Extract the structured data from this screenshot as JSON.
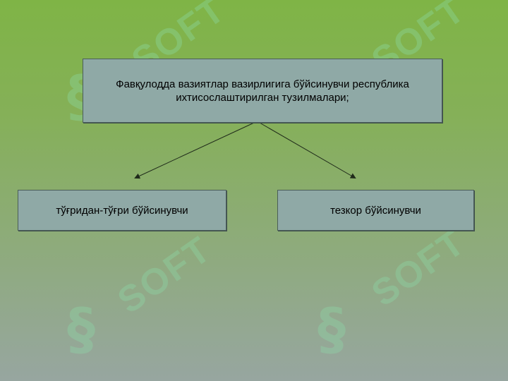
{
  "diagram": {
    "top": {
      "line1": "Фавқулодда вазиятлар вазирлигига бўйсинувчи республика",
      "line2": "ихтисослаштирилган тузилмалари;"
    },
    "left": {
      "label": "тўғридан-тўғри бўйсинувчи"
    },
    "right": {
      "label": "тезкор бўйсинувчи"
    }
  },
  "watermark": {
    "text": "SOFT",
    "color": "#8cdcaa"
  },
  "colors": {
    "box_fill": "#8fa9a6",
    "box_border": "#4a5d5a",
    "arrow": "#1f2a1a"
  }
}
